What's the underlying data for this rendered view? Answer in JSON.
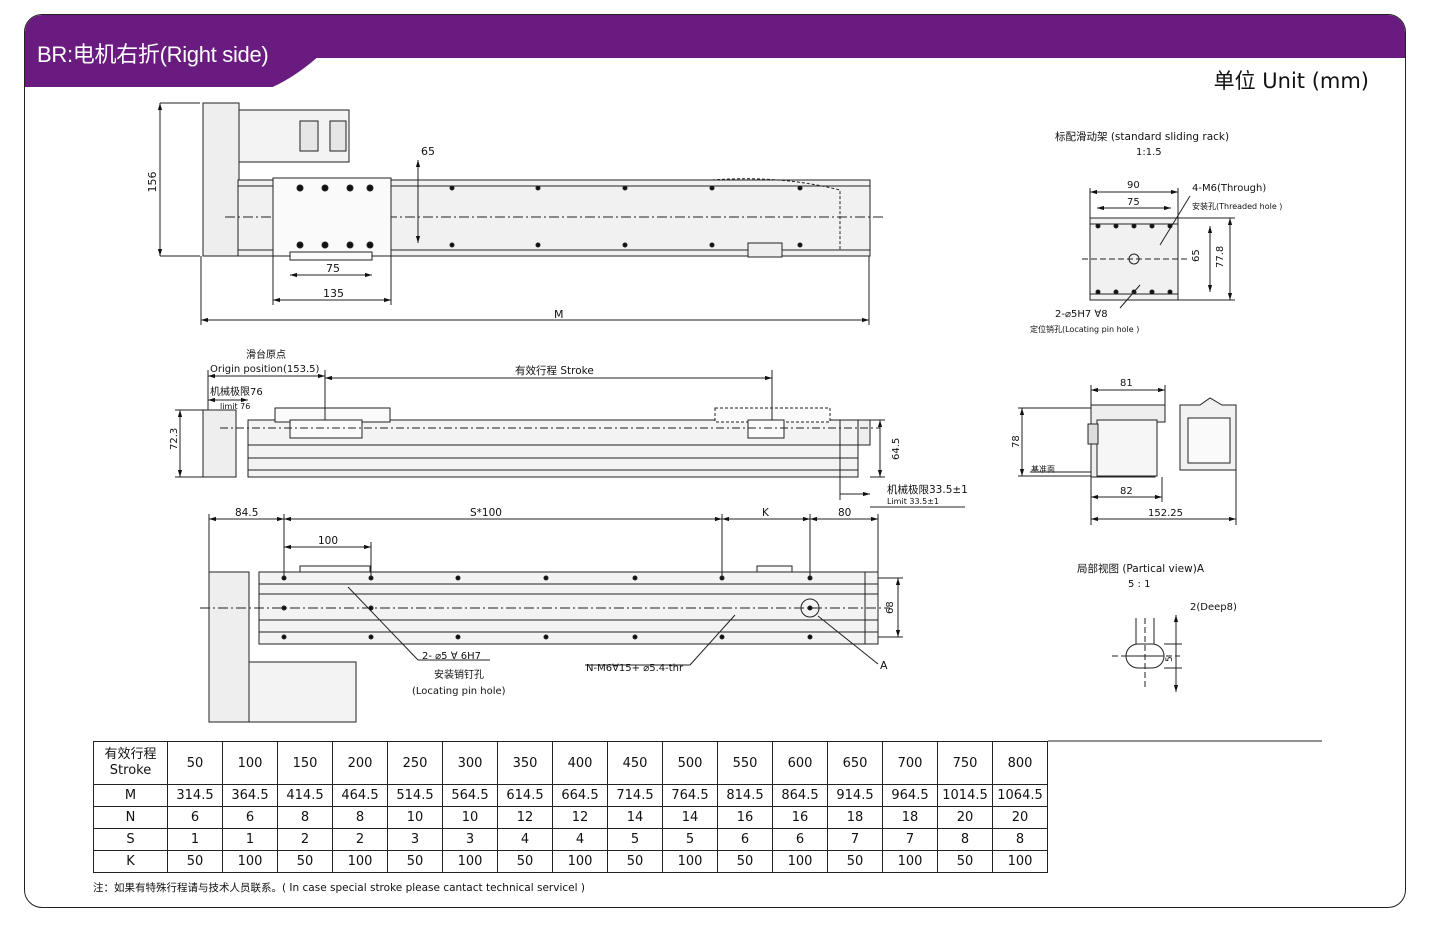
{
  "header": {
    "title": "BR:电机右折(Right side)",
    "unit": "单位 Unit (mm)",
    "band_color": "#6a1b7f"
  },
  "top_view": {
    "dim_156": "156",
    "dim_65": "65",
    "dim_75": "75",
    "dim_135": "135",
    "dim_m": "M"
  },
  "sliding_rack": {
    "title": "标配滑动架 (standard sliding rack)",
    "scale": "1:1.5",
    "dim_90": "90",
    "dim_75": "75",
    "dim_65": "65",
    "dim_77_8": "77.8",
    "thread_note": "4-M6(Through)",
    "thread_note_cn": "安装孔(Threaded hole )",
    "pin_note": "2-⌀5H7 ∀8",
    "pin_note_cn": "定位销孔(Locating pin hole )"
  },
  "side_view": {
    "origin_cn": "滑台原点",
    "origin_en": "Origin position(153.5)",
    "limit_cn": "机械极限76",
    "limit_en": "limit 76",
    "stroke_label": "有效行程 Stroke",
    "dim_72_3": "72.3",
    "dim_64_5": "64.5",
    "limit2_cn": "机械极限33.5±1",
    "limit2_en": "Limit 33.5±1"
  },
  "end_view": {
    "dim_81": "81",
    "dim_78": "78",
    "dim_82": "82",
    "dim_152_25": "152.25",
    "datum": "基准面"
  },
  "bottom_view": {
    "dim_84_5": "84.5",
    "dim_s100": "S*100",
    "dim_k": "K",
    "dim_80": "80",
    "dim_100": "100",
    "dim_68": "68",
    "pin_note": "2- ⌀5 ∀ 6H7",
    "pin_note_cn": "安装销钉孔",
    "pin_note_en": "(Locating pin hole)",
    "thread_note": "N-M6∀15+ ⌀5.4-thr",
    "callout": "A"
  },
  "partial_view": {
    "title": "局部视图 (Partical view)A",
    "scale": "5 : 1",
    "depth": "2(Deep8)",
    "dim_5": "5"
  },
  "table": {
    "row_headers": [
      "有效行程\nStroke",
      "M",
      "N",
      "S",
      "K"
    ],
    "stroke": [
      "50",
      "100",
      "150",
      "200",
      "250",
      "300",
      "350",
      "400",
      "450",
      "500",
      "550",
      "600",
      "650",
      "700",
      "750",
      "800"
    ],
    "m": [
      "314.5",
      "364.5",
      "414.5",
      "464.5",
      "514.5",
      "564.5",
      "614.5",
      "664.5",
      "714.5",
      "764.5",
      "814.5",
      "864.5",
      "914.5",
      "964.5",
      "1014.5",
      "1064.5"
    ],
    "n": [
      "6",
      "6",
      "8",
      "8",
      "10",
      "10",
      "12",
      "12",
      "14",
      "14",
      "16",
      "16",
      "18",
      "18",
      "20",
      "20"
    ],
    "s": [
      "1",
      "1",
      "2",
      "2",
      "3",
      "3",
      "4",
      "4",
      "5",
      "5",
      "6",
      "6",
      "7",
      "7",
      "8",
      "8"
    ],
    "k": [
      "50",
      "100",
      "50",
      "100",
      "50",
      "100",
      "50",
      "100",
      "50",
      "100",
      "50",
      "100",
      "50",
      "100",
      "50",
      "100"
    ]
  },
  "note": "注：如果有特殊行程请与技术人员联系。( In case special stroke please cantact technical servicel )"
}
